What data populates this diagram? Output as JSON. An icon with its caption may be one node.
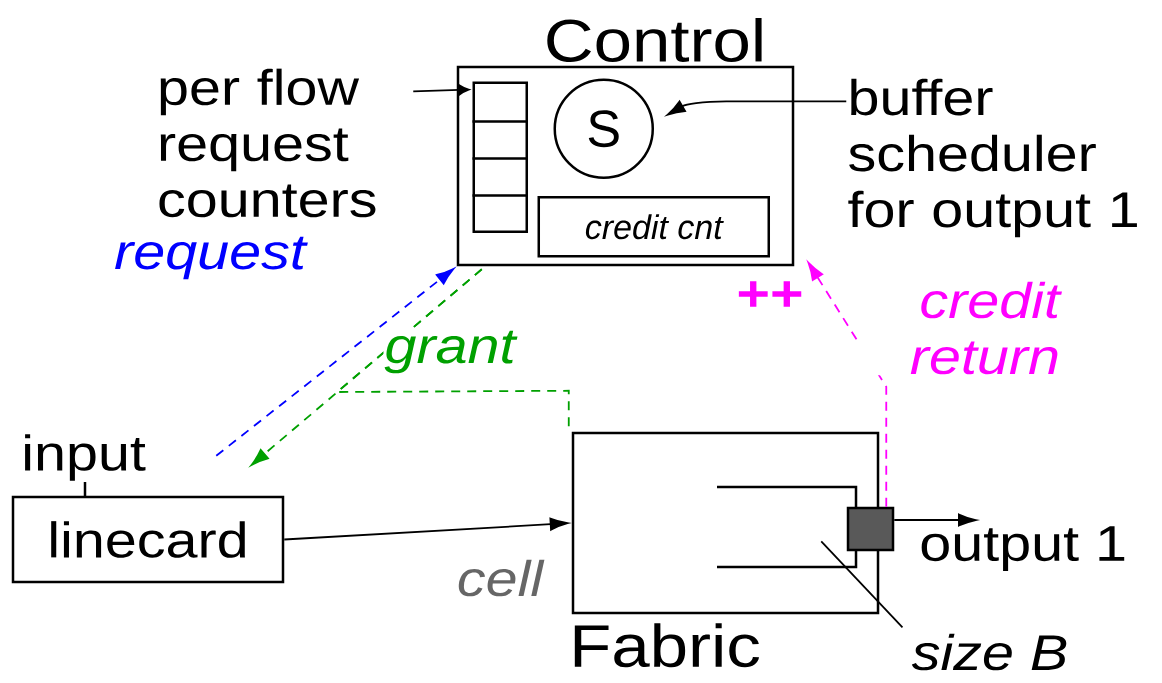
{
  "diagram": {
    "nodes": [
      {
        "text": [
          "Control"
        ]
      },
      {
        "text": [],
        "shape": "box",
        "in": 0
      },
      {
        "text": [
          "S"
        ],
        "in": 0
      },
      {
        "text": [
          "credit cnt"
        ],
        "in": 0
      },
      {
        "text": [
          "per flow request counters"
        ]
      },
      {
        "text": [
          "buffer scheduler for output 1"
        ]
      },
      {
        "text": [
          "input",
          "linecard"
        ]
      },
      {
        "text": [
          "Fabric"
        ]
      },
      {
        "text": [],
        "shape": "box"
      },
      {
        "text": [
          "output 1"
        ]
      },
      {
        "text": [
          "size B"
        ]
      }
    ],
    "edges": [
      {
        "from": 4,
        "to": 1,
        "arrow": "to"
      },
      {
        "from": 5,
        "to": 2,
        "arrow": "to"
      },
      {
        "from": 6,
        "to": 0,
        "arrow": "to",
        "label": "request",
        "style": "dashed",
        "color": "#0000ff"
      },
      {
        "from": 0,
        "to": 6,
        "arrow": "to",
        "label": "grant",
        "style": "dashed",
        "color": "#00a000"
      },
      {
        "from": 0,
        "to": 7,
        "arrow": "none",
        "style": "dashed",
        "color": "#00a000"
      },
      {
        "from": 6,
        "to": 7,
        "arrow": "to",
        "label": "cell"
      },
      {
        "from": 8,
        "to": 9,
        "arrow": "to"
      },
      {
        "from": 8,
        "to": 0,
        "arrow": "to",
        "label": "credit return",
        "style": "dashed",
        "color": "#ff00ff"
      },
      {
        "from": 10,
        "to": 7,
        "arrow": "none"
      }
    ],
    "labels": [
      "++"
    ]
  }
}
